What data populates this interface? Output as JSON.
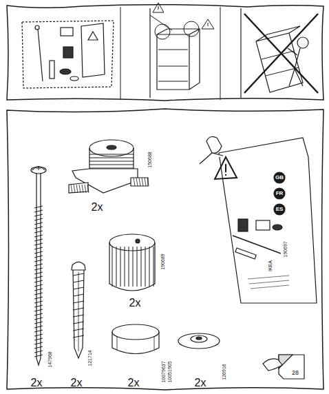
{
  "diagram": {
    "labels": [
      "150688",
      "2x",
      "190689",
      "2x",
      "147968",
      "2x",
      "121714",
      "2x",
      "10079637",
      "10051905",
      "2x",
      "126916",
      "2x",
      "GB",
      "FR",
      "ES",
      "IKEA",
      "190697",
      "28"
    ]
  }
}
